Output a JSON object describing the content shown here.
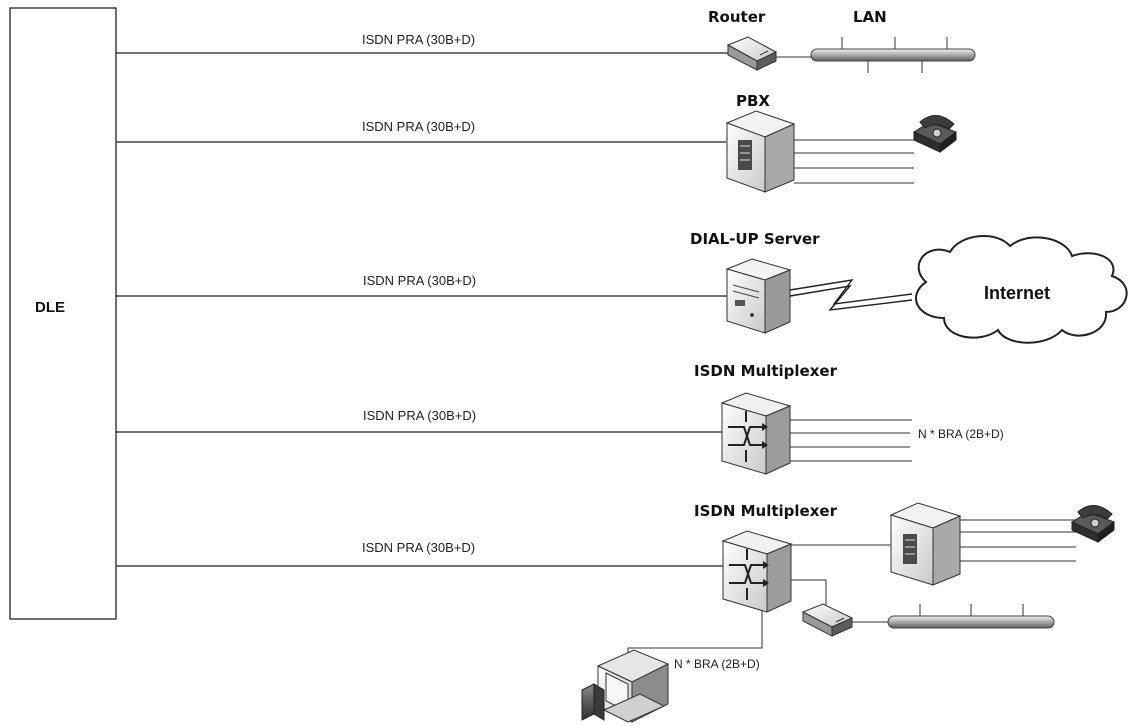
{
  "dle": {
    "label": "DLE"
  },
  "links": [
    {
      "label": "ISDN PRA (30B+D)",
      "device": "Router"
    },
    {
      "label": "ISDN PRA (30B+D)",
      "device": "PBX"
    },
    {
      "label": "ISDN PRA (30B+D)",
      "device": "DIAL-UP Server"
    },
    {
      "label": "ISDN PRA (30B+D)",
      "device": "ISDN Multiplexer"
    },
    {
      "label": "ISDN PRA (30B+D)",
      "device": "ISDN Multiplexer"
    }
  ],
  "extras": {
    "lan": "LAN",
    "internet": "Internet",
    "bra_row4": "N * BRA (2B+D)",
    "bra_row5": "N * BRA (2B+D)"
  },
  "icons": {
    "router": "router-icon",
    "pbx": "pbx-server-icon",
    "server": "dialup-server-icon",
    "mux": "multiplexer-icon",
    "phone": "telephone-icon",
    "lan_bus": "lan-bus-icon",
    "cloud": "internet-cloud-icon",
    "workstation": "workstation-icon",
    "lightning": "wireless-link-icon"
  }
}
